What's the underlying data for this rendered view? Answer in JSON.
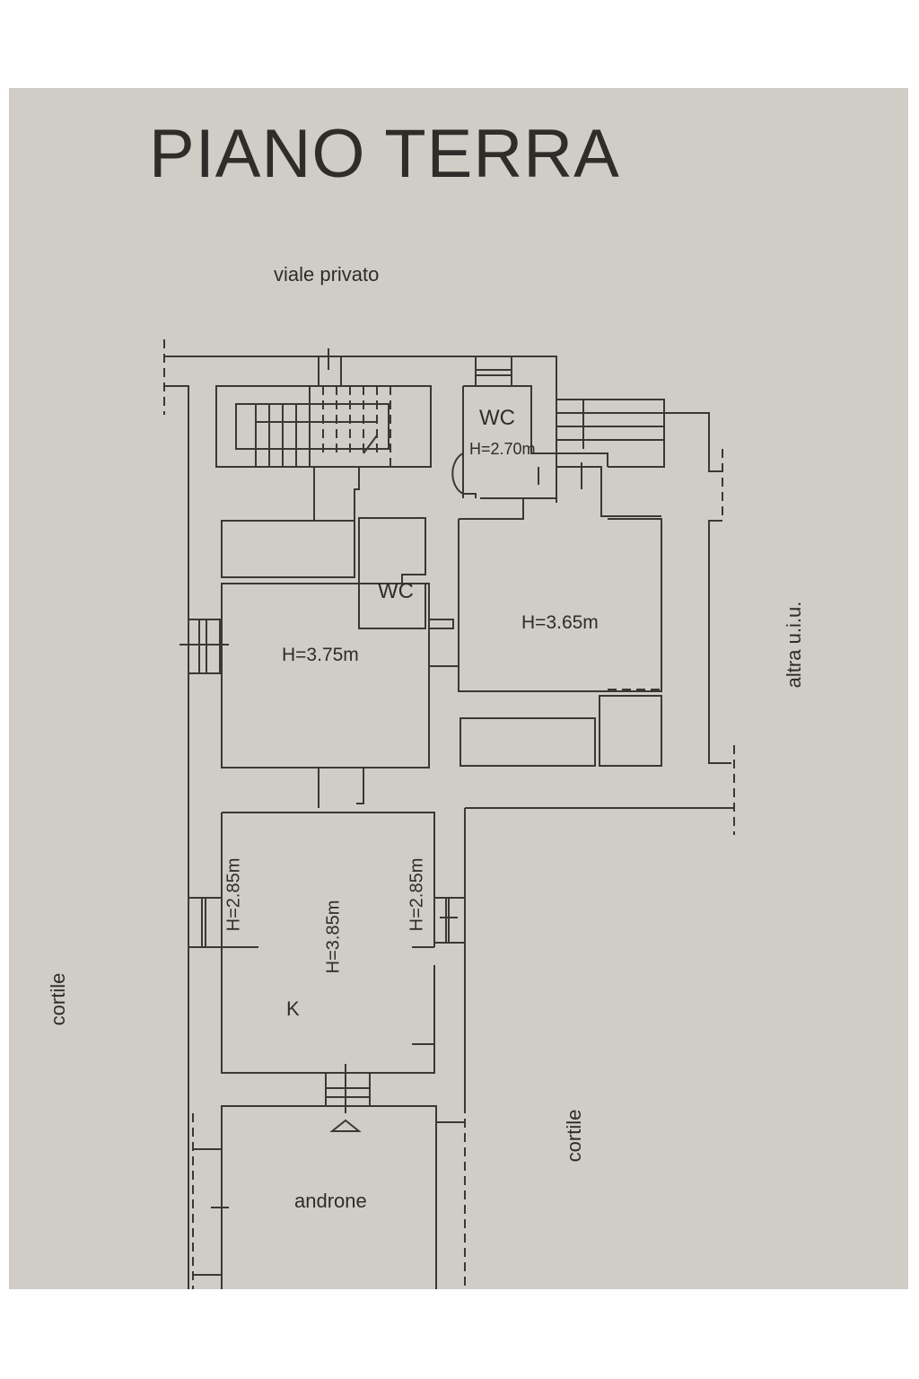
{
  "title": "PIANO TERRA",
  "labels": {
    "street": "viale privato",
    "neighbor": "altra u.i.u.",
    "courtyard_left": "cortile",
    "courtyard_right": "cortile",
    "entrance": "androne",
    "kitchen": "K"
  },
  "rooms": {
    "wc_upper": {
      "name": "WC",
      "height": "H=2.70m"
    },
    "wc_middle": {
      "name": "WC"
    },
    "room_left": {
      "height": "H=3.75m"
    },
    "room_right": {
      "height": "H=3.65m"
    },
    "kitchen_height": "H=3.85m",
    "kitchen_side_left": "H=2.85m",
    "kitchen_side_right": "H=2.85m"
  },
  "colors": {
    "paper": "#cfcdc6",
    "ink": "#3a3835"
  }
}
